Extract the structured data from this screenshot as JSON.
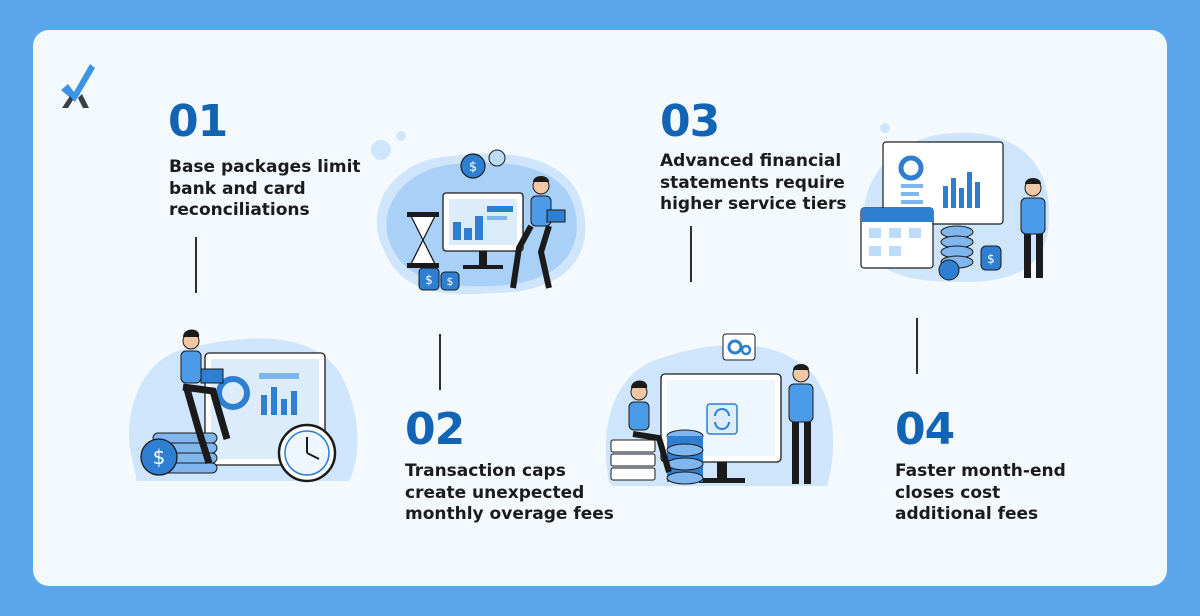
{
  "background_color": "#5aa6ea",
  "accent_color": "#1264b4",
  "logo": {
    "icon": "check-x-logo-icon",
    "colors": [
      "#3d93e6",
      "#3a3f47"
    ]
  },
  "steps": [
    {
      "number": "01",
      "text": "Base packages limit\nbank and card\nreconciliations",
      "illustration": "person-laptop-hourglass-coins-illustration"
    },
    {
      "number": "02",
      "text": "Transaction caps\ncreate unexpected\nmonthly overage fees",
      "illustration": "woman-coins-clock-dashboard-illustration"
    },
    {
      "number": "03",
      "text": "Advanced financial\nstatements require\nhigher service tiers",
      "illustration": "man-chart-calendar-coins-illustration"
    },
    {
      "number": "04",
      "text": "Faster month-end\ncloses cost\nadditional fees",
      "illustration": "people-server-gears-illustration"
    }
  ]
}
